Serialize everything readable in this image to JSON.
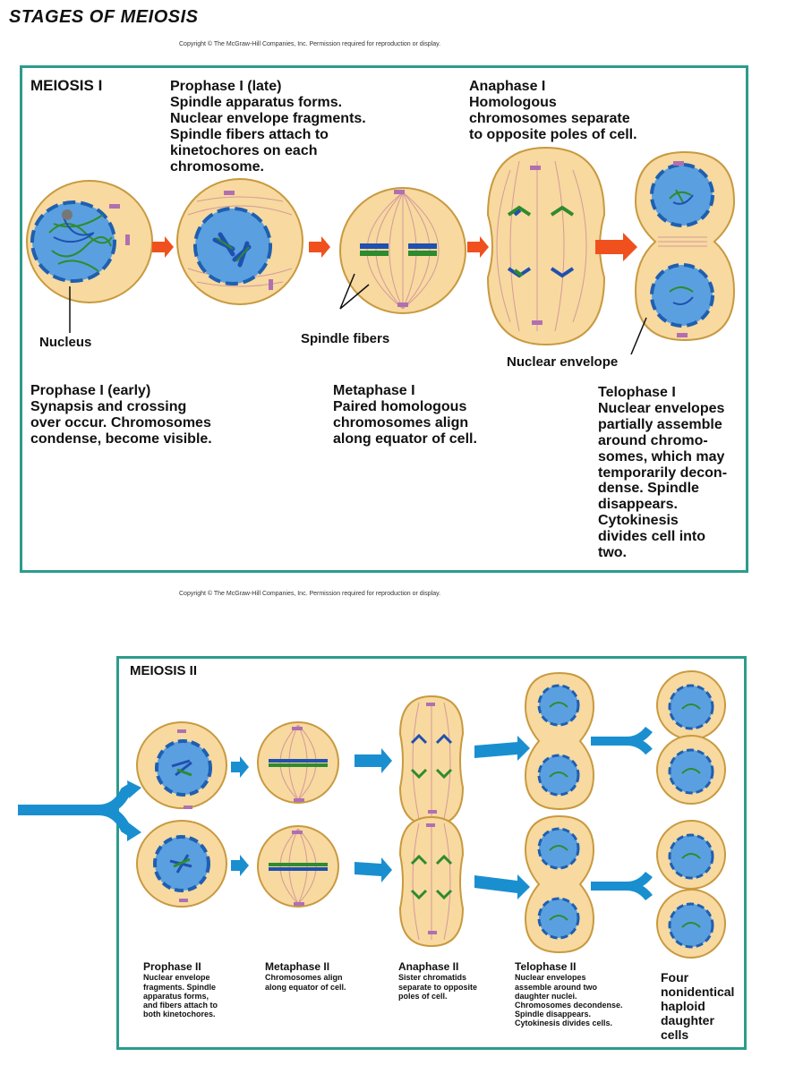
{
  "title": "STAGES OF MEIOSIS",
  "copyright": "Copyright © The McGraw-Hill Companies, Inc. Permission required for reproduction or display.",
  "meiosis1": {
    "label": "MEIOSIS I",
    "prophase_early": {
      "title": "Prophase I (early)",
      "desc": "Synapsis and crossing\nover occur. Chromosomes\ncondense, become visible."
    },
    "prophase_late": {
      "title": "Prophase I (late)",
      "desc": "Spindle apparatus forms.\nNuclear envelope fragments.\nSpindle fibers attach to\nkinetochores on each\nchromosome."
    },
    "metaphase": {
      "title": "Metaphase I",
      "desc": "Paired homologous\nchromosomes align\nalong equator of cell."
    },
    "anaphase": {
      "title": "Anaphase I",
      "desc": "Homologous\nchromosomes separate\nto opposite poles of cell."
    },
    "telophase": {
      "title": "Telophase I",
      "desc": "Nuclear envelopes\npartially assemble\naround chromo-\nsomes, which may\ntemporarily decon-\ndense. Spindle\ndisappears.\nCytokinesis\ndivides cell into\ntwo."
    },
    "labels": {
      "nucleus": "Nucleus",
      "spindle": "Spindle fibers",
      "envelope": "Nuclear envelope"
    }
  },
  "meiosis2": {
    "label": "MEIOSIS II",
    "prophase": {
      "title": "Prophase II",
      "desc": "Nuclear envelope\nfragments. Spindle\napparatus forms,\nand fibers attach to\nboth  kinetochores."
    },
    "metaphase": {
      "title": "Metaphase II",
      "desc": "Chromosomes align\nalong  equator of cell."
    },
    "anaphase": {
      "title": "Anaphase II",
      "desc": "Sister chromatids\nseparate to opposite\npoles of cell."
    },
    "telophase": {
      "title": "Telophase II",
      "desc": "Nuclear envelopes\nassemble around two\ndaughter nuclei.\nChromosomes decondense.\nSpindle disappears.\nCytokinesis divides cells."
    },
    "result": "Four\nnonidentical\nhaploid\ndaughter\ncells"
  },
  "colors": {
    "panel_border": "#2c9c8c",
    "cell_fill": "#f8d9a0",
    "cell_stroke": "#c89a40",
    "nucleus_fill": "#5aa0e0",
    "nucleus_stroke": "#1f5fb0",
    "chromosome_green": "#2e8b2e",
    "chromosome_blue": "#2050b0",
    "centriole": "#b070b0",
    "spindle": "#d59a9a",
    "arrow_orange": "#f0501e",
    "arrow_blue": "#1a8fd0"
  }
}
